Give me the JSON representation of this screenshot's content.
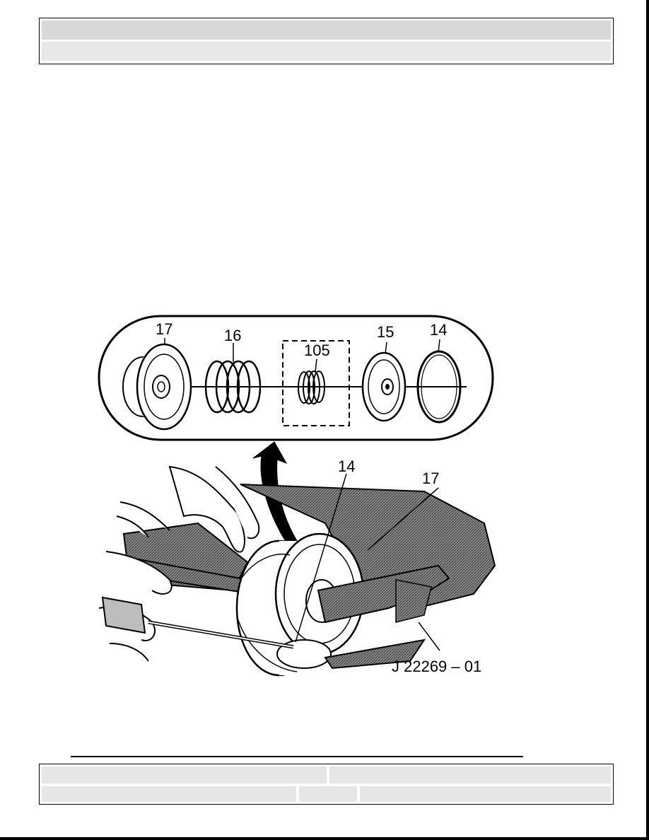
{
  "header": {
    "title": "",
    "subtitle": ""
  },
  "figure": {
    "callouts": {
      "c17_top": "17",
      "c16": "16",
      "c105": "105",
      "c15": "15",
      "c14_top": "14",
      "c14_bottom": "14",
      "c17_bottom": "17",
      "tool": "J 22269 – 01"
    }
  },
  "footer": {
    "cell1": "",
    "cell2": "",
    "cell3": "",
    "cell4": "",
    "cell5": ""
  }
}
